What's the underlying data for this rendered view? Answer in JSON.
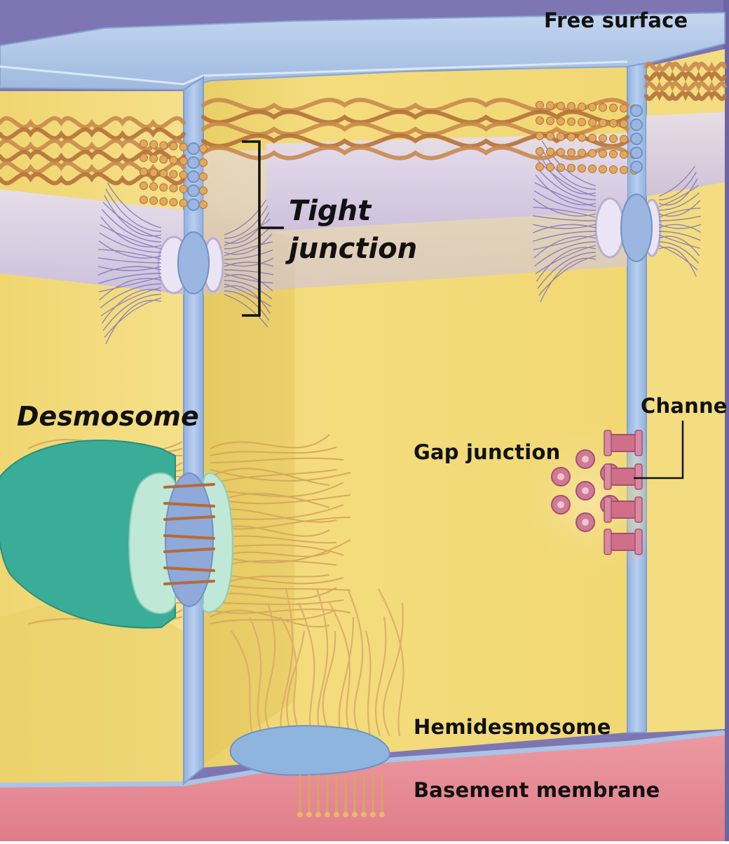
{
  "labels": {
    "free_surface": "Free surface",
    "tight_junction_line1": "Tight",
    "tight_junction_line2": "junction",
    "desmosome": "Desmosome",
    "channel": "Channel",
    "gap_junction": "Gap junction",
    "hemidesmosome": "Hemidesmosome",
    "basement_membrane": "Basement membrane"
  },
  "colors": {
    "cytoplasm": "#f3dc7c",
    "membrane": "#a9c4e6",
    "apical_surface": "#b6cce9",
    "basement_membrane": "#e6999f",
    "background_violet": "#7d76b2",
    "keratin_filament": "#c08043",
    "desmosome_plaque": "#3db29c",
    "gap_channel": "#cf6f8a",
    "hemidesmosome_plaque": "#8fb5df"
  }
}
